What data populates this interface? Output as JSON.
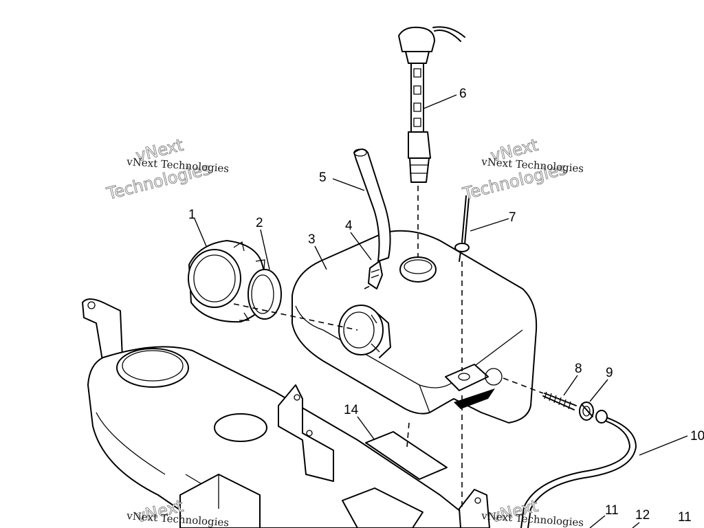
{
  "diagram": {
    "callouts": [
      {
        "id": "1",
        "text": "1"
      },
      {
        "id": "2",
        "text": "2"
      },
      {
        "id": "3",
        "text": "3"
      },
      {
        "id": "4",
        "text": "4"
      },
      {
        "id": "5",
        "text": "5"
      },
      {
        "id": "6",
        "text": "6"
      },
      {
        "id": "7",
        "text": "7"
      },
      {
        "id": "8",
        "text": "8"
      },
      {
        "id": "9",
        "text": "9"
      },
      {
        "id": "10",
        "text": "10"
      },
      {
        "id": "11a",
        "text": "11"
      },
      {
        "id": "11b",
        "text": "11"
      },
      {
        "id": "12",
        "text": "12"
      },
      {
        "id": "14",
        "text": "14"
      }
    ]
  },
  "watermark": {
    "line_small": "vNext Technologies",
    "line_big_1": "vNext",
    "line_big_2": "Technologies"
  }
}
